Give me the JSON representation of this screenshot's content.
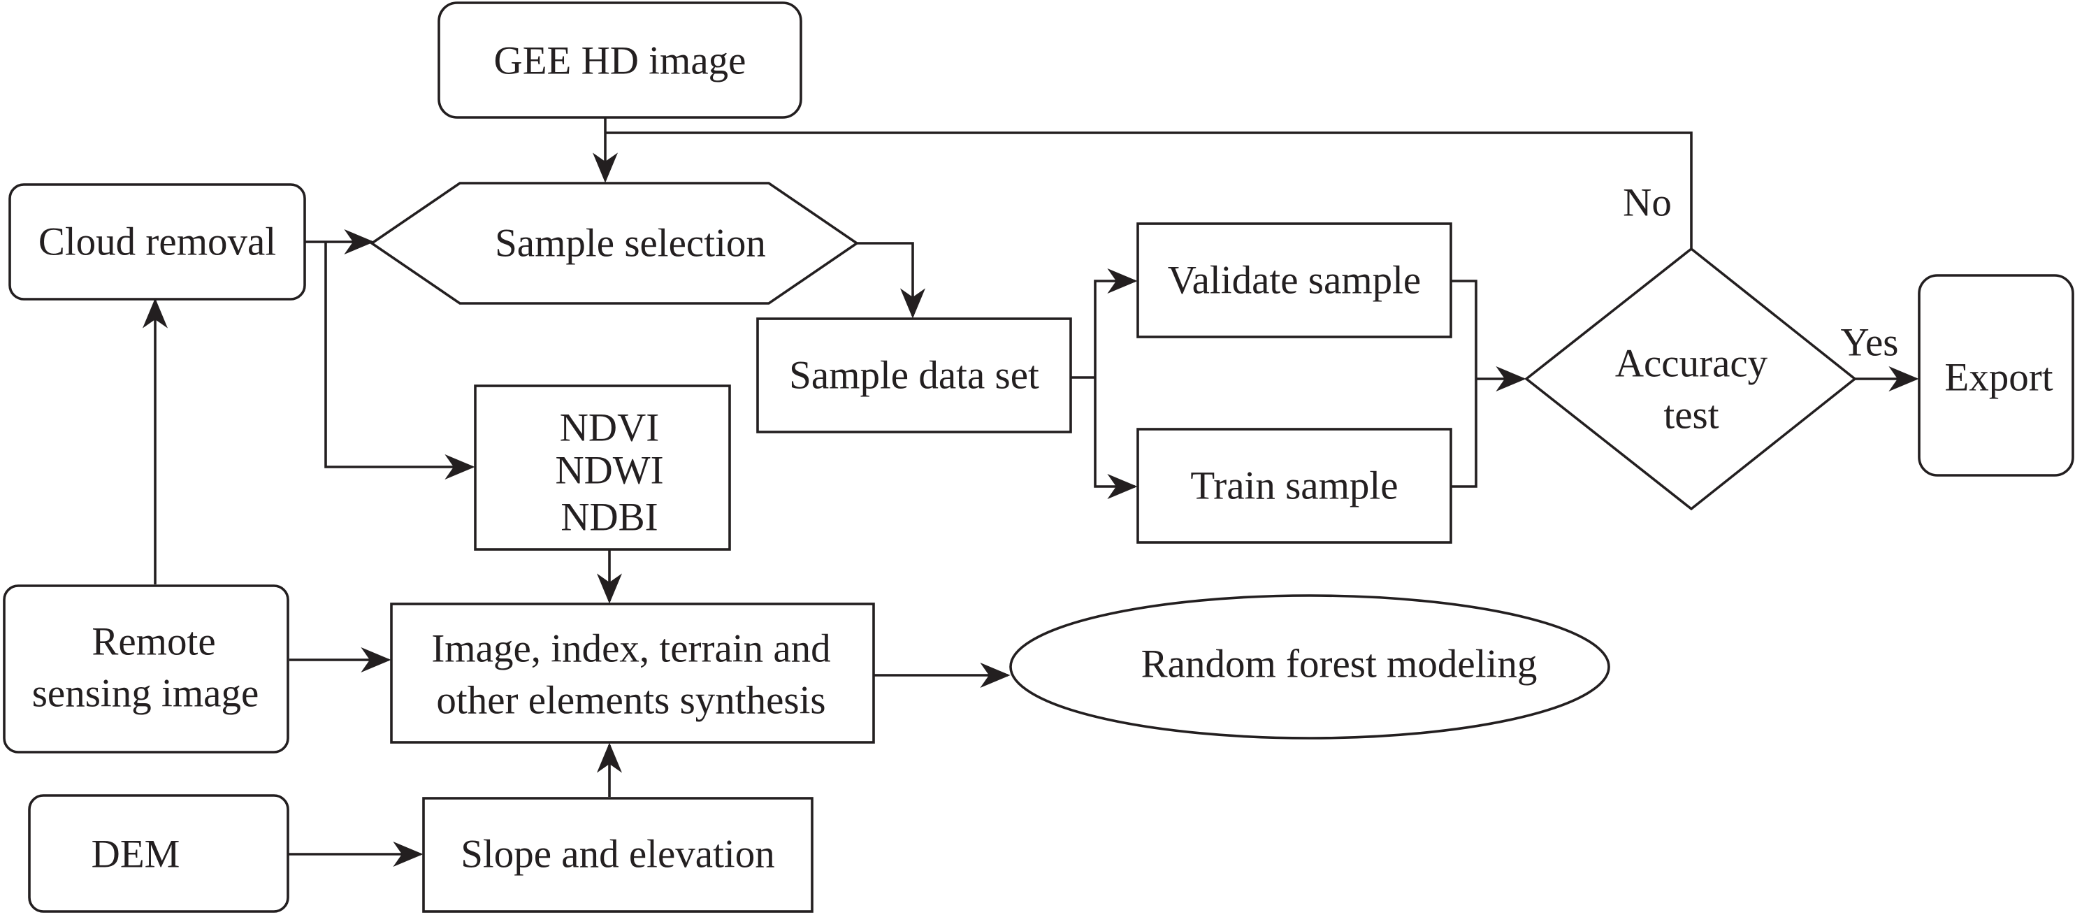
{
  "nodes": {
    "gee_hd_image": "GEE HD image",
    "cloud_removal": "Cloud removal",
    "sample_selection": "Sample selection",
    "sample_data_set": "Sample data set",
    "validate_sample": "Validate sample",
    "train_sample": "Train sample",
    "accuracy_test": [
      "Accuracy",
      "test"
    ],
    "export": "Export",
    "indices": [
      "NDVI",
      "NDWI",
      "NDBI"
    ],
    "remote_sensing_image": [
      "Remote",
      "sensing image"
    ],
    "synthesis": [
      "Image, index, terrain and",
      "other elements synthesis"
    ],
    "random_forest_modeling": "Random forest modeling",
    "dem": "DEM",
    "slope_and_elevation": "Slope and elevation"
  },
  "edge_labels": {
    "no": "No",
    "yes": "Yes"
  },
  "colors": {
    "stroke": "#231f20",
    "fill": "#ffffff",
    "text": "#231f20"
  }
}
